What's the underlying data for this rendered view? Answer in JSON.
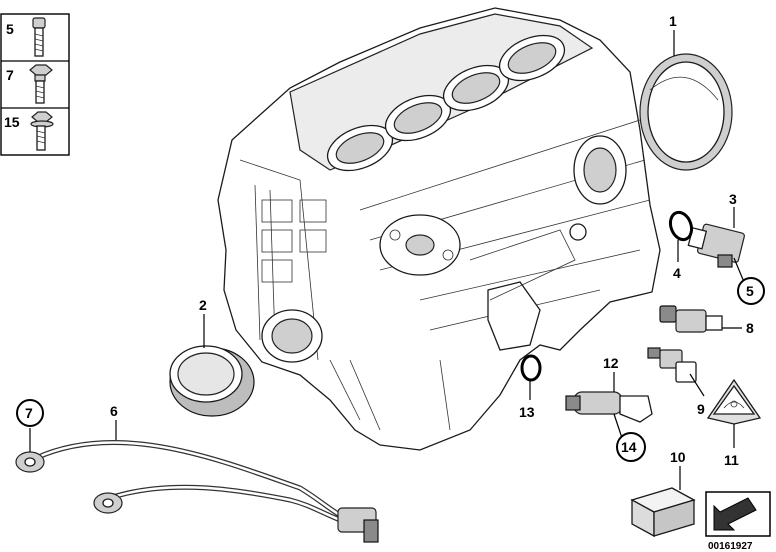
{
  "legend": {
    "rows": [
      {
        "num": "5"
      },
      {
        "num": "7"
      },
      {
        "num": "15"
      }
    ]
  },
  "callouts": [
    {
      "id": "c1",
      "text": "1",
      "circled": false
    },
    {
      "id": "c2",
      "text": "2",
      "circled": false
    },
    {
      "id": "c3",
      "text": "3",
      "circled": false
    },
    {
      "id": "c4",
      "text": "4",
      "circled": false
    },
    {
      "id": "c5",
      "text": "5",
      "circled": true
    },
    {
      "id": "c6",
      "text": "6",
      "circled": false
    },
    {
      "id": "c7",
      "text": "7",
      "circled": true
    },
    {
      "id": "c8",
      "text": "8",
      "circled": false
    },
    {
      "id": "c9",
      "text": "9",
      "circled": false
    },
    {
      "id": "c10",
      "text": "10",
      "circled": false
    },
    {
      "id": "c11",
      "text": "11",
      "circled": false
    },
    {
      "id": "c12",
      "text": "12",
      "circled": false
    },
    {
      "id": "c13",
      "text": "13",
      "circled": false
    },
    {
      "id": "c14",
      "text": "14",
      "circled": true
    }
  ],
  "catalog_number": "00161927"
}
